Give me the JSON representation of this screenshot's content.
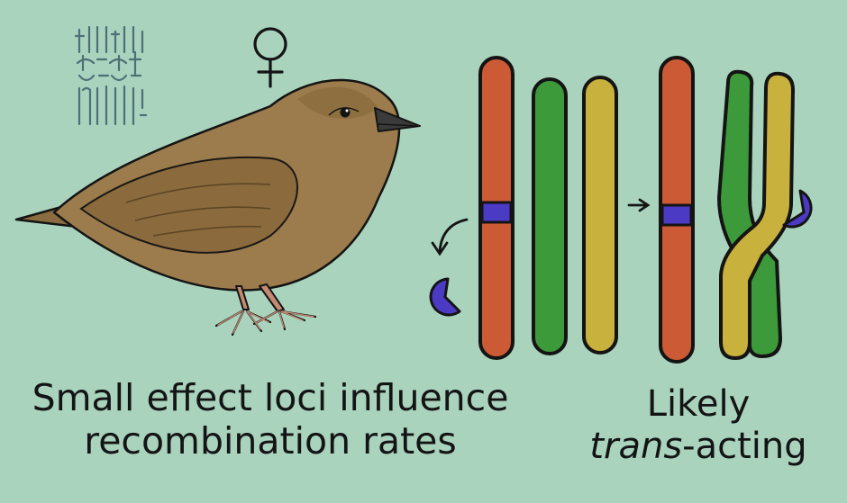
{
  "colors": {
    "background": "#a9d3bd",
    "chromosome_orange": "#cc5a35",
    "chromosome_green": "#3c9a3a",
    "chromosome_yellow": "#c8b13c",
    "locus_blue": "#4b3ac4",
    "bird_body": "#9c7c4c",
    "outline": "#141414"
  },
  "icons": {
    "female_symbol": "♀",
    "logo": "tilly-logo"
  },
  "left_caption": {
    "line1": "Small effect loci influence",
    "line2": "recombination rates"
  },
  "right_caption": {
    "line1": "Likely",
    "line2_italic": "trans",
    "line2_rest": "-acting"
  }
}
